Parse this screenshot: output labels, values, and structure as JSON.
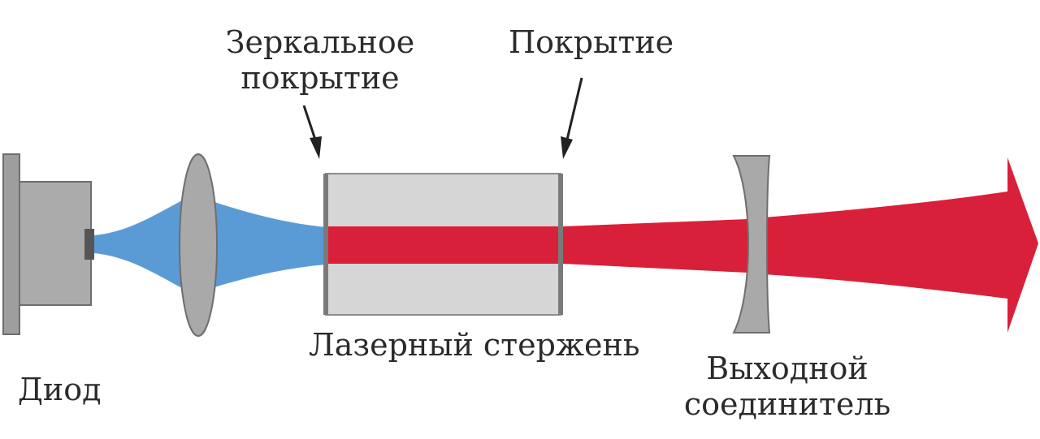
{
  "labels": {
    "diode": "Диод",
    "mirror_coating_line1": "Зеркальное",
    "mirror_coating_line2": "покрытие",
    "coating": "Покрытие",
    "laser_rod": "Лазерный стержень",
    "output_coupler_line1": "Выходной",
    "output_coupler_line2": "соединитель"
  },
  "colors": {
    "pump_beam": "#5b9bd5",
    "laser_beam": "#d9203a",
    "component_gray": "#a9a9a9",
    "rod_fill": "#d6d6d6",
    "outline": "#6e6e6e",
    "text": "#2b2b2b"
  }
}
